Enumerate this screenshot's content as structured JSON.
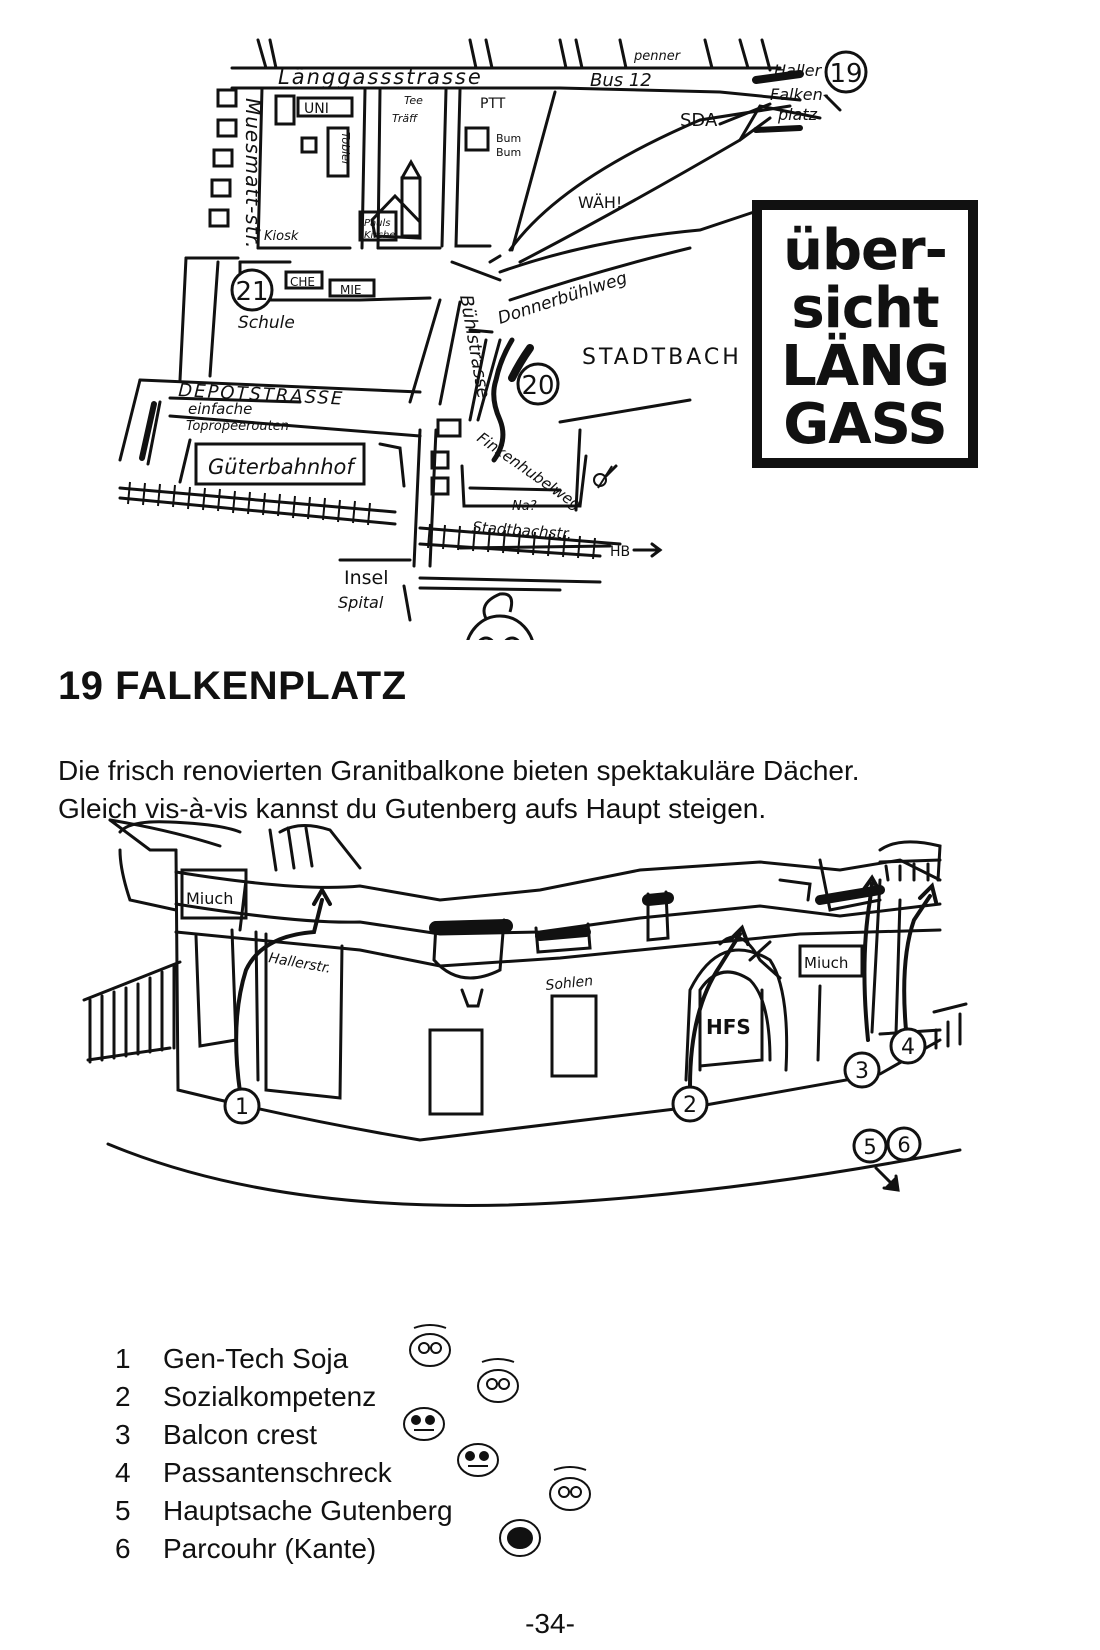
{
  "map": {
    "streets": {
      "langgass": "Länggassstrasse",
      "bus": "Bus 12",
      "muesmatt": "Muesmatt-str.",
      "depot": "DEPOTSTRASSE",
      "buehl": "Bühlstrasse",
      "donner": "Donnerbühlweg",
      "finken": "Finkenhubelweg",
      "stadtbachstr": "Stadtbachstr.",
      "stadtbach": "STADTBACH"
    },
    "places": {
      "penner": "penner",
      "haller": "Haller",
      "falken": "Falken-",
      "platz": "platz",
      "sda": "SDA",
      "uni": "UNI",
      "tee": "Tee",
      "traeff": "Träff",
      "ptt": "PTT",
      "bum": "Bum",
      "bum2": "Bum",
      "waeh": "WÄH!",
      "kiosk": "Kiosk",
      "pauls": "Pauls",
      "kirche": "Kirche",
      "tobler": "Tobler",
      "che": "CHE",
      "mie": "MIE",
      "schule": "Schule",
      "einfache": "einfache",
      "toprope": "Topropeerouten",
      "gueter": "Güterbahnhof",
      "na": "Na?",
      "hb": "HB",
      "insel": "Insel",
      "spital": "Spital"
    },
    "markers": [
      "19",
      "20",
      "21"
    ],
    "sticker": [
      "über-",
      "sicht",
      "LÄNG",
      "GASS"
    ]
  },
  "heading": "19 FALKENPLATZ",
  "intro": [
    "Die frisch renovierten Granitbalkone bieten spektakuläre Dächer.",
    "Gleich vis-à-vis kannst du Gutenberg aufs Haupt steigen."
  ],
  "sketch": {
    "signs": {
      "miuch1": "Miuch",
      "hallerstr": "Hallerstr.",
      "sohlen": "Sohlen",
      "hfs": "HFS",
      "miuch2": "Miuch"
    },
    "routes": [
      "1",
      "2",
      "3",
      "4",
      "5",
      "6"
    ]
  },
  "routes": [
    {
      "num": "1",
      "name": "Gen-Tech Soja"
    },
    {
      "num": "2",
      "name": "Sozialkompetenz"
    },
    {
      "num": "3",
      "name": "Balcon crest"
    },
    {
      "num": "4",
      "name": "Passantenschreck"
    },
    {
      "num": "5",
      "name": "Hauptsache Gutenberg"
    },
    {
      "num": "6",
      "name": "Parcouhr  (Kante)"
    }
  ],
  "page_number": "-34-"
}
